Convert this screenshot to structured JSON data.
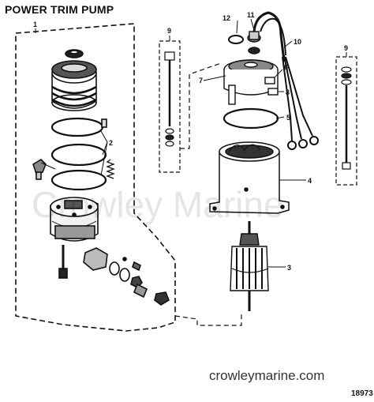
{
  "title": "POWER TRIM PUMP",
  "watermark": "Crowley Marine",
  "site": "crowleymarine.com",
  "figure_number": "18973",
  "callouts": {
    "c1": "1",
    "c2": "2",
    "c3": "3",
    "c4": "4",
    "c5": "5",
    "c6": "6",
    "c7": "7",
    "c8": "8",
    "c9a": "9",
    "c9b": "9",
    "c10": "10",
    "c11": "11",
    "c12": "12"
  }
}
